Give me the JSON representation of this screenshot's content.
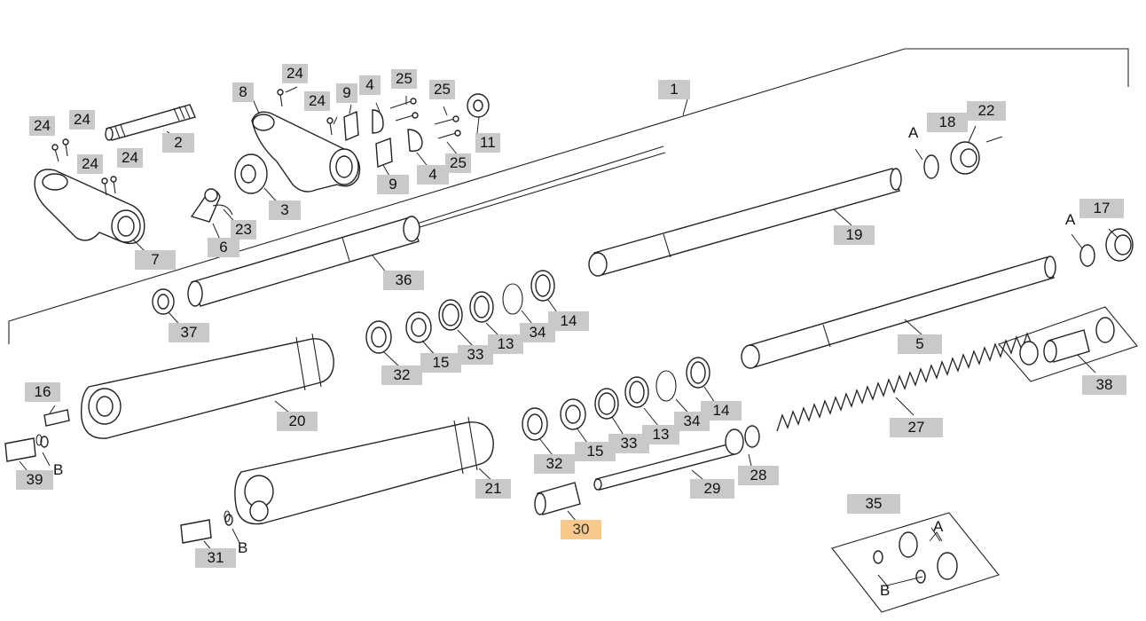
{
  "diagram": {
    "title": "",
    "callouts": [
      {
        "id": "c24a",
        "text": "24"
      },
      {
        "id": "c8",
        "text": "8"
      },
      {
        "id": "c24b",
        "text": "24"
      },
      {
        "id": "c9a",
        "text": "9"
      },
      {
        "id": "c4a",
        "text": "4"
      },
      {
        "id": "c25a",
        "text": "25"
      },
      {
        "id": "c25b",
        "text": "25"
      },
      {
        "id": "c1",
        "text": "1"
      },
      {
        "id": "c24c",
        "text": "24"
      },
      {
        "id": "c24d",
        "text": "24"
      },
      {
        "id": "c2",
        "text": "2"
      },
      {
        "id": "c11",
        "text": "11"
      },
      {
        "id": "c18",
        "text": "18"
      },
      {
        "id": "c22",
        "text": "22"
      },
      {
        "id": "c24e",
        "text": "24"
      },
      {
        "id": "c24f",
        "text": "24"
      },
      {
        "id": "c9b",
        "text": "9"
      },
      {
        "id": "c4b",
        "text": "4"
      },
      {
        "id": "c25c",
        "text": "25"
      },
      {
        "id": "c3",
        "text": "3"
      },
      {
        "id": "c23",
        "text": "23"
      },
      {
        "id": "c6",
        "text": "6"
      },
      {
        "id": "c7",
        "text": "7"
      },
      {
        "id": "c17",
        "text": "17"
      },
      {
        "id": "c19",
        "text": "19"
      },
      {
        "id": "c36",
        "text": "36"
      },
      {
        "id": "c37",
        "text": "37"
      },
      {
        "id": "c14a",
        "text": "14"
      },
      {
        "id": "c34a",
        "text": "34"
      },
      {
        "id": "c13a",
        "text": "13"
      },
      {
        "id": "c33a",
        "text": "33"
      },
      {
        "id": "c15a",
        "text": "15"
      },
      {
        "id": "c32a",
        "text": "32"
      },
      {
        "id": "c5",
        "text": "5"
      },
      {
        "id": "c38",
        "text": "38"
      },
      {
        "id": "c16",
        "text": "16"
      },
      {
        "id": "c20",
        "text": "20"
      },
      {
        "id": "c39",
        "text": "39"
      },
      {
        "id": "c14b",
        "text": "14"
      },
      {
        "id": "c34b",
        "text": "34"
      },
      {
        "id": "c13b",
        "text": "13"
      },
      {
        "id": "c33b",
        "text": "33"
      },
      {
        "id": "c15b",
        "text": "15"
      },
      {
        "id": "c32b",
        "text": "32"
      },
      {
        "id": "c27",
        "text": "27"
      },
      {
        "id": "c28",
        "text": "28"
      },
      {
        "id": "c29",
        "text": "29"
      },
      {
        "id": "c21",
        "text": "21"
      },
      {
        "id": "c30",
        "text": "30",
        "highlighted": true
      },
      {
        "id": "c31",
        "text": "31"
      },
      {
        "id": "c35",
        "text": "35"
      }
    ],
    "letters": [
      {
        "id": "lA1",
        "text": "A"
      },
      {
        "id": "lA2",
        "text": "A"
      },
      {
        "id": "lA3",
        "text": "A"
      },
      {
        "id": "lB1",
        "text": "B"
      },
      {
        "id": "lB2",
        "text": "B"
      },
      {
        "id": "lB3",
        "text": "B"
      }
    ],
    "highlight_color": "#f7c98a",
    "label_color": "#c9c9c9"
  }
}
